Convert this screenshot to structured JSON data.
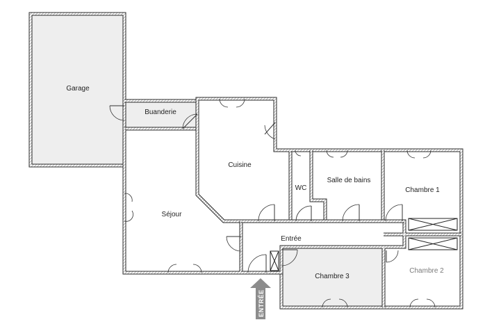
{
  "colors": {
    "wall_dark": "#2b2b2b",
    "wall_hatch": "#9a9a9a",
    "room_gray": "#eeeeee",
    "room_white": "#ffffff",
    "arrow": "#8c8c8c",
    "label_light": "#7a7a7a"
  },
  "rooms": {
    "garage": "Garage",
    "buanderie": "Buanderie",
    "cuisine": "Cuisine",
    "sejour": "Séjour",
    "wc": "WC",
    "salle_de_bains": "Salle de bains",
    "chambre1": "Chambre 1",
    "chambre2": "Chambre 2",
    "chambre3": "Chambre 3",
    "entree": "Entrée"
  },
  "entry_marker": {
    "label": "ENTRÉE",
    "icon": "arrow-up-icon"
  }
}
